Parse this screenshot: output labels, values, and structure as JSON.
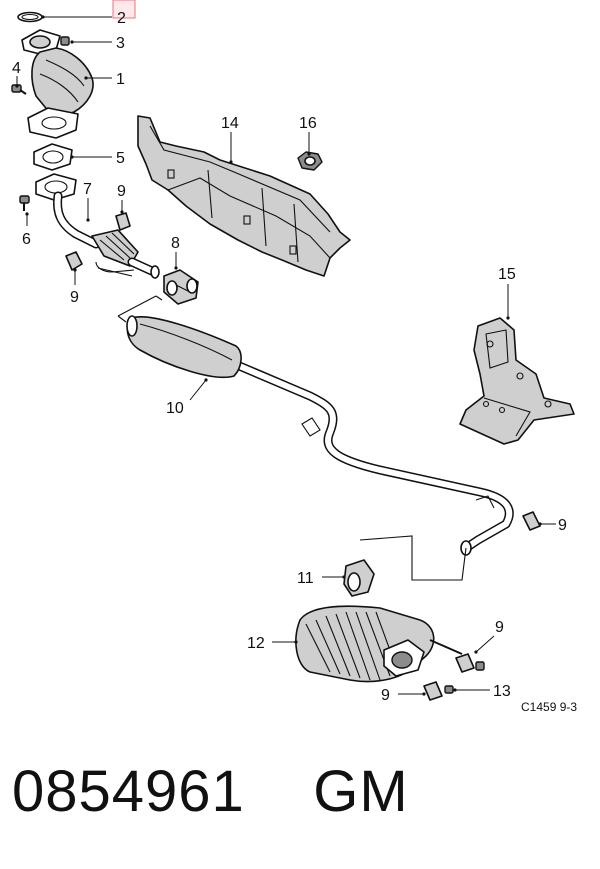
{
  "callouts": {
    "c1": "1",
    "c2": "2",
    "c3": "3",
    "c4": "4",
    "c5": "5",
    "c6": "6",
    "c7": "7",
    "c8": "8",
    "c9a": "9",
    "c9b": "9",
    "c9c": "9",
    "c9d": "9",
    "c9e": "9",
    "c10": "10",
    "c11": "11",
    "c12": "12",
    "c13": "13",
    "c14": "14",
    "c15": "15",
    "c16": "16"
  },
  "diagram_ref": "C1459 9-3",
  "part_number": "0854961    GM",
  "colors": {
    "line": "#111111",
    "highlight_box": "#e88a94",
    "background": "#ffffff"
  }
}
